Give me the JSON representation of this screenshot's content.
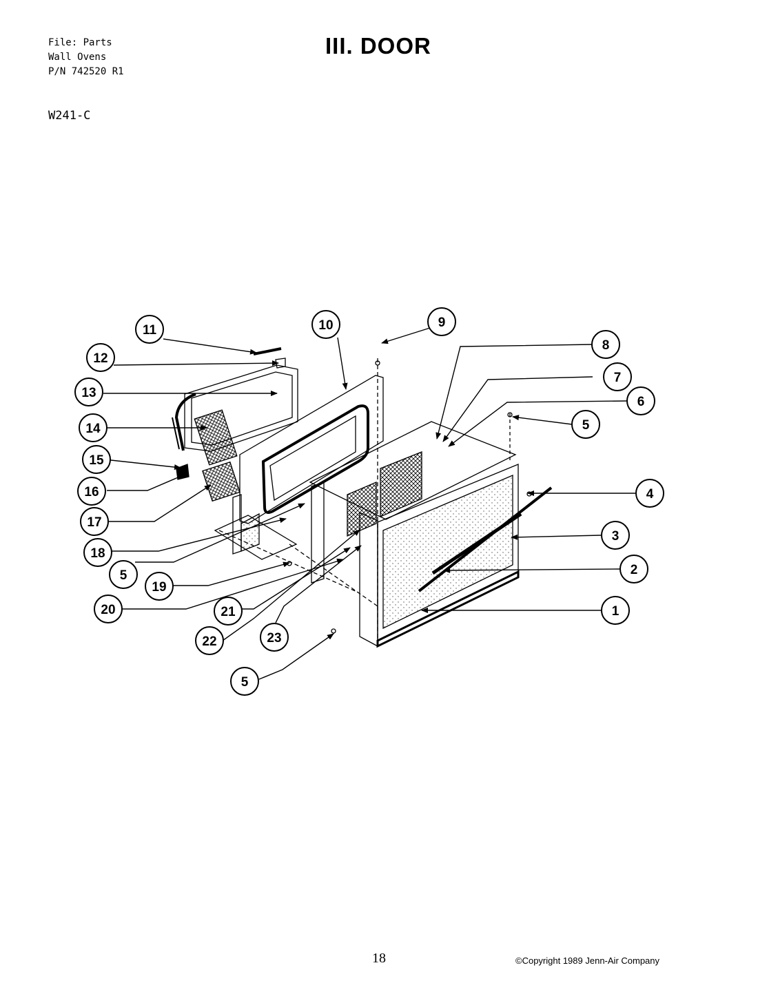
{
  "header": {
    "file_line": "File: Parts",
    "product_line": "Wall Ovens",
    "pn_line": "P/N 742520 R1",
    "model": "W241-C",
    "title": "III. DOOR"
  },
  "footer": {
    "page_number": "18",
    "copyright": "©Copyright 1989 Jenn-Air Company"
  },
  "callouts": [
    {
      "id": "c11",
      "label": "11"
    },
    {
      "id": "c10",
      "label": "10"
    },
    {
      "id": "c9",
      "label": "9"
    },
    {
      "id": "c12",
      "label": "12"
    },
    {
      "id": "c8",
      "label": "8"
    },
    {
      "id": "c13",
      "label": "13"
    },
    {
      "id": "c7",
      "label": "7"
    },
    {
      "id": "c6",
      "label": "6"
    },
    {
      "id": "c14",
      "label": "14"
    },
    {
      "id": "c5a",
      "label": "5"
    },
    {
      "id": "c15",
      "label": "15"
    },
    {
      "id": "c16",
      "label": "16"
    },
    {
      "id": "c4",
      "label": "4"
    },
    {
      "id": "c17",
      "label": "17"
    },
    {
      "id": "c3",
      "label": "3"
    },
    {
      "id": "c18",
      "label": "18"
    },
    {
      "id": "c2",
      "label": "2"
    },
    {
      "id": "c5b",
      "label": "5"
    },
    {
      "id": "c19",
      "label": "19"
    },
    {
      "id": "c20",
      "label": "20"
    },
    {
      "id": "c21",
      "label": "21"
    },
    {
      "id": "c1",
      "label": "1"
    },
    {
      "id": "c22",
      "label": "22"
    },
    {
      "id": "c23",
      "label": "23"
    },
    {
      "id": "c5c",
      "label": "5"
    }
  ]
}
